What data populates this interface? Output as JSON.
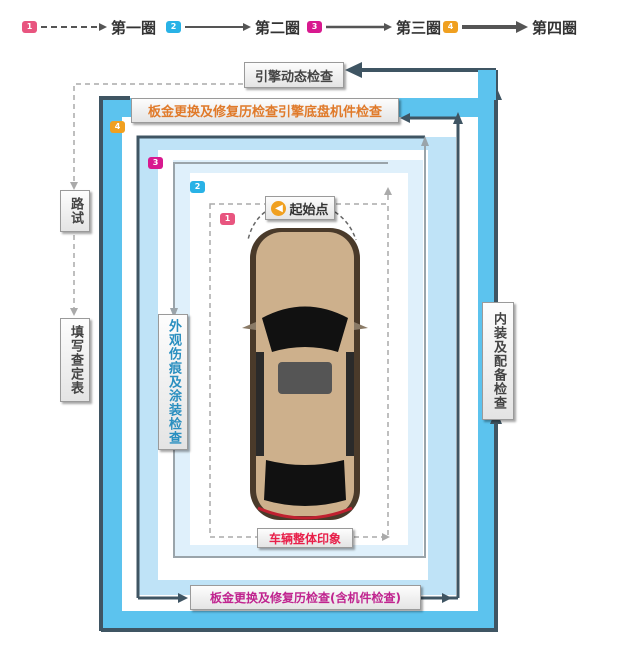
{
  "legend": [
    {
      "num": "1",
      "label": "第一圈",
      "color": "#e8557f",
      "line": "dashed"
    },
    {
      "num": "2",
      "label": "第二圈",
      "color": "#29b2e6",
      "line": "thin"
    },
    {
      "num": "3",
      "label": "第三圈",
      "color": "#d8198f",
      "line": "medium"
    },
    {
      "num": "4",
      "label": "第四圈",
      "color": "#f0a020",
      "line": "thick"
    }
  ],
  "labels": {
    "engine_dynamic": "引擎动态检查",
    "sheet_metal_engine": "板金更换及修复历检查引擎底盘机件检查",
    "start": "起始点",
    "road_test": "路试",
    "fill_form": "填写查定表",
    "exterior": "外观伤痕及涂装检查",
    "interior": "内装及配备检查",
    "overall": "车辆整体印象",
    "sheet_metal_mech": "板金更换及修复历检查(含机件检查)"
  },
  "colors": {
    "blue_band": "#5cc3ee",
    "light_band": "#bfe3f7",
    "dark_line": "#3f5563",
    "orange_text": "#e07a2a",
    "blue_text": "#2a8fc0",
    "red_text": "#e8204a",
    "magenta_text": "#c0248f"
  }
}
